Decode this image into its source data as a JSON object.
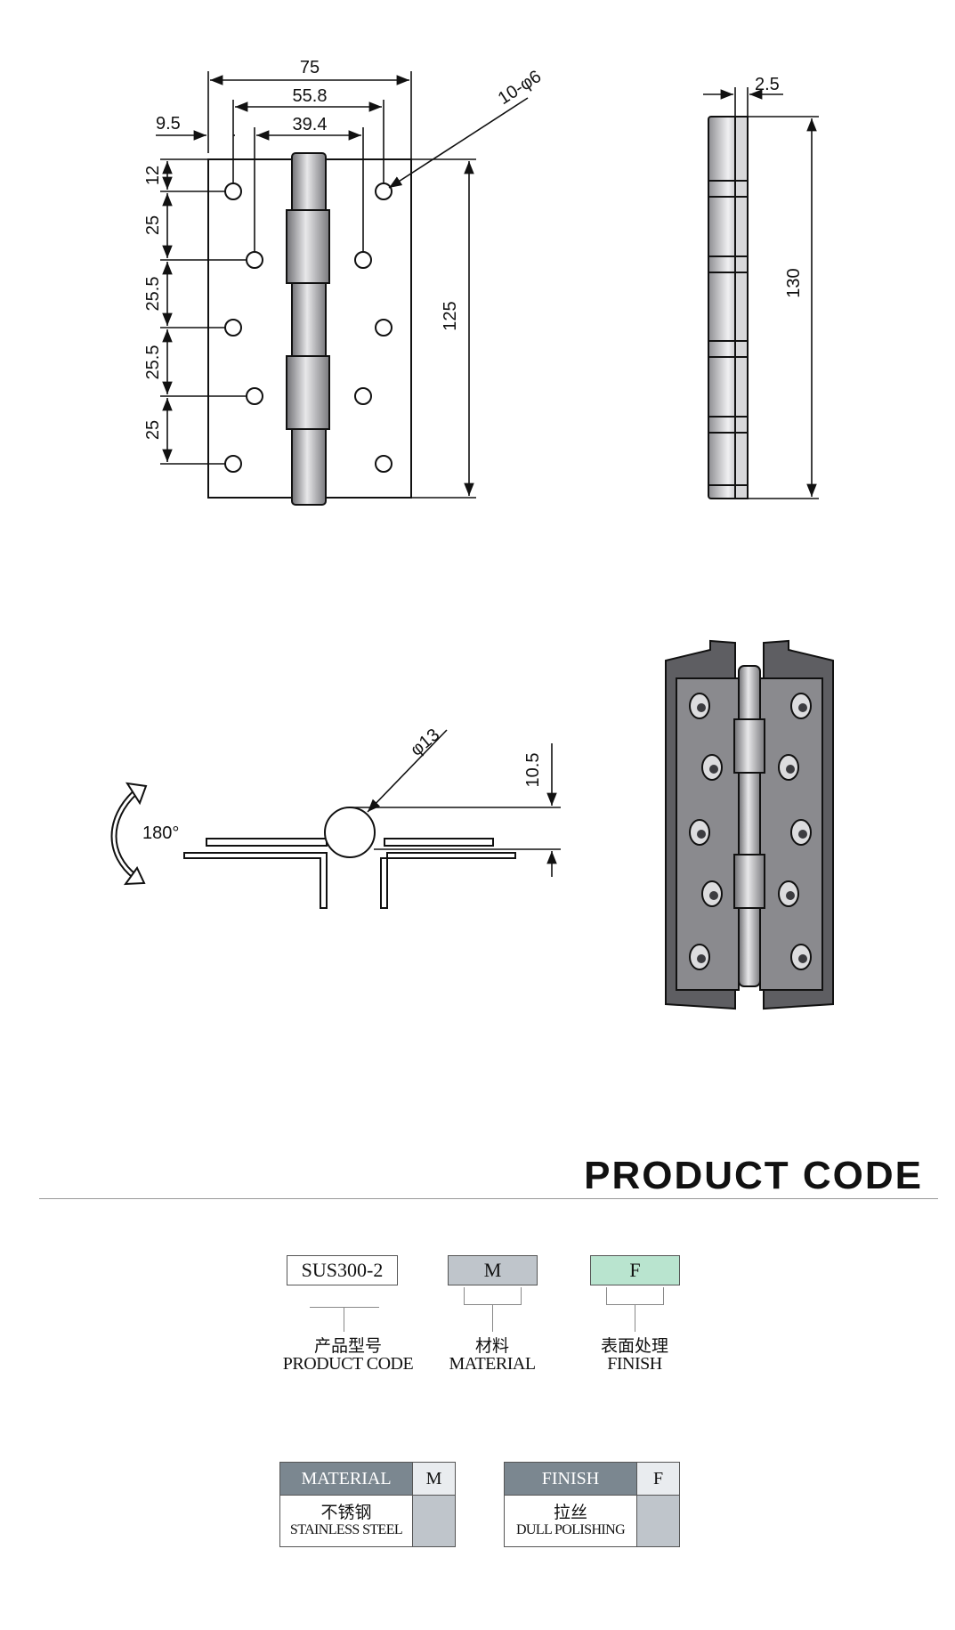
{
  "drawing": {
    "dims": {
      "width_75": "75",
      "width_55_8": "55.8",
      "width_39_4": "39.4",
      "offset_9_5": "9.5",
      "holes": "10-φ6",
      "v_12": "12",
      "v_25a": "25",
      "v_25_5a": "25.5",
      "v_25_5b": "25.5",
      "v_25b": "25",
      "height_125": "125",
      "thickness_2_5": "2.5",
      "height_130": "130",
      "knuckle_13": "φ13",
      "offset_10_5": "10.5",
      "rotation_180": "180°"
    },
    "colors": {
      "plate_dark": "#5e5e62",
      "plate_face": "#8a8a8e",
      "knuckle": "#9a9a9e",
      "line": "#111111"
    }
  },
  "product_code": {
    "title": "PRODUCT CODE",
    "codes": [
      {
        "value": "SUS300-2",
        "color": "#ffffff",
        "label_cn": "产品型号",
        "label_en": "PRODUCT CODE"
      },
      {
        "value": "M",
        "color": "#bfc5cb",
        "label_cn": "材料",
        "label_en": "MATERIAL"
      },
      {
        "value": "F",
        "color": "#b9e4cf",
        "label_cn": "表面处理",
        "label_en": "FINISH"
      }
    ],
    "tables": [
      {
        "header": "MATERIAL",
        "code": "M",
        "value_cn": "不锈钢",
        "value_en": "STAINLESS STEEL"
      },
      {
        "header": "FINISH",
        "code": "F",
        "value_cn": "拉丝",
        "value_en": "DULL POLISHING"
      }
    ]
  }
}
